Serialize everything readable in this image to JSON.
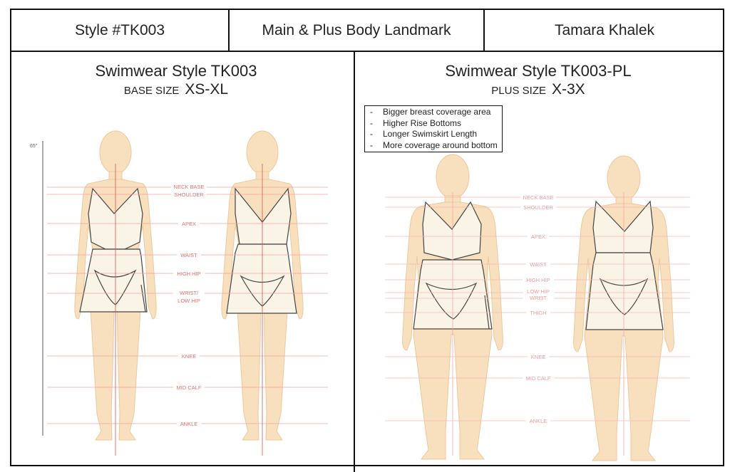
{
  "header": {
    "style_number": "Style #TK003",
    "document_title": "Main & Plus Body Landmark",
    "designer": "Tamara Khalek"
  },
  "base_panel": {
    "title": "Swimwear Style TK003",
    "size_label": "BASE SIZE",
    "size_range": "XS-XL",
    "height_note": "65\"",
    "landmarks": {
      "neck_base": "NECK BASE",
      "shoulder": "SHOULDER",
      "apex": "APEX",
      "waist": "WAIST",
      "high_hip": "HIGH HIP",
      "wrist_low_hip_1": "WRIST/",
      "wrist_low_hip_2": "LOW HIP",
      "knee": "KNEE",
      "mid_calf": "MID CALF",
      "ankle": "ANKLE"
    }
  },
  "plus_panel": {
    "title": "Swimwear Style TK003-PL",
    "size_label": "PLUS SIZE",
    "size_range": "X-3X",
    "notes": [
      "Bigger breast coverage area",
      "Higher Rise Bottoms",
      "Longer Swimskirt Length",
      "More coverage around bottom"
    ],
    "landmarks": {
      "neck_base": "NECK BASE",
      "shoulder": "SHOULDER",
      "apex": "APEX",
      "waist": "WAIST",
      "high_hip": "HIGH HIP",
      "low_hip": "LOW HIP",
      "wrist": "WRIST",
      "thigh": "THIGH",
      "knee": "KNEE",
      "mid_calf": "MID CALF",
      "ankle": "ANKLE"
    }
  },
  "colors": {
    "skin": "#f8dfbd",
    "skin_outline": "#e8c9a0",
    "garment": "#faf4e6",
    "landmark_line": "#f2a0a0",
    "landmark_text": "#e46f6f",
    "center_line": "#d9534f"
  }
}
